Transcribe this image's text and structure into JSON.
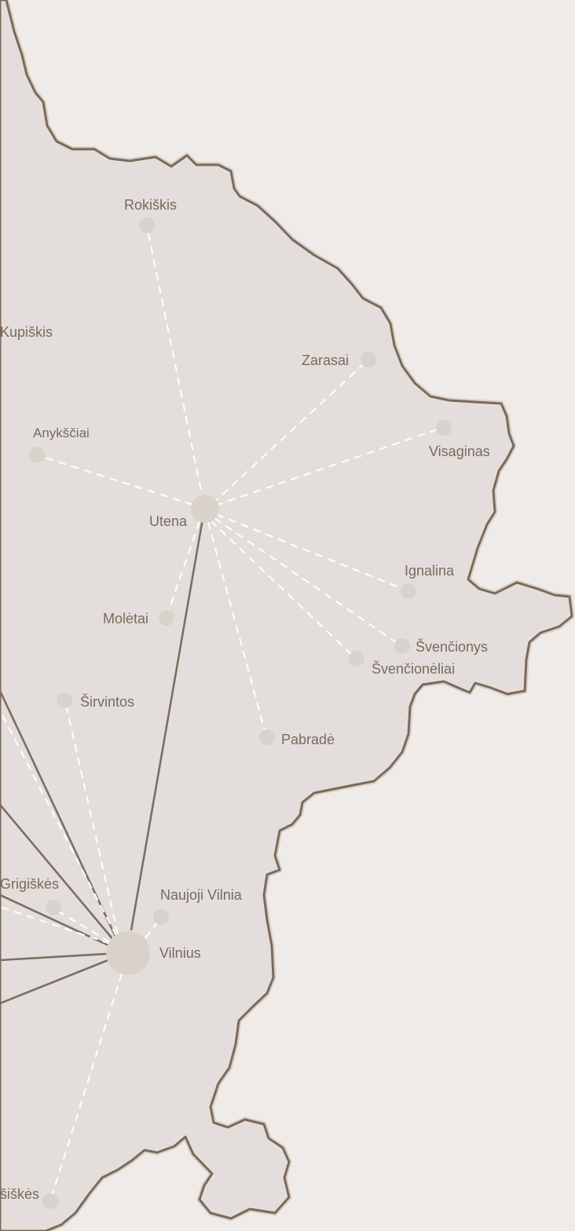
{
  "map": {
    "colors": {
      "background": "#efebe8",
      "land": "#e3dedb",
      "border": "#7b6a5a",
      "route_solid": "#7d6e60",
      "route_dashed": "#ffffff",
      "dot": "#d9d2cb",
      "label": "#7a6a5c"
    },
    "hubs": [
      "Vilnius",
      "Utena"
    ],
    "cities": {
      "rokiskis": "Rokiškis",
      "kupiskis": "Kupiškis",
      "zarasai": "Zarasai",
      "anyksciai": "Anykščiai",
      "visaginas": "Visaginas",
      "utena": "Utena",
      "ignalina": "Ignalina",
      "moletai": "Molėtai",
      "svencionys": "Švenčionys",
      "svencioneliai": "Švenčionėliai",
      "sirvintos": "Širvintos",
      "pabrade": "Pabradė",
      "grigiskes": "Grigiškės",
      "naujoji_vilnia": "Naujoji Vilnia",
      "vilnius": "Vilnius",
      "elektrenai_partial": "šiškės"
    }
  }
}
